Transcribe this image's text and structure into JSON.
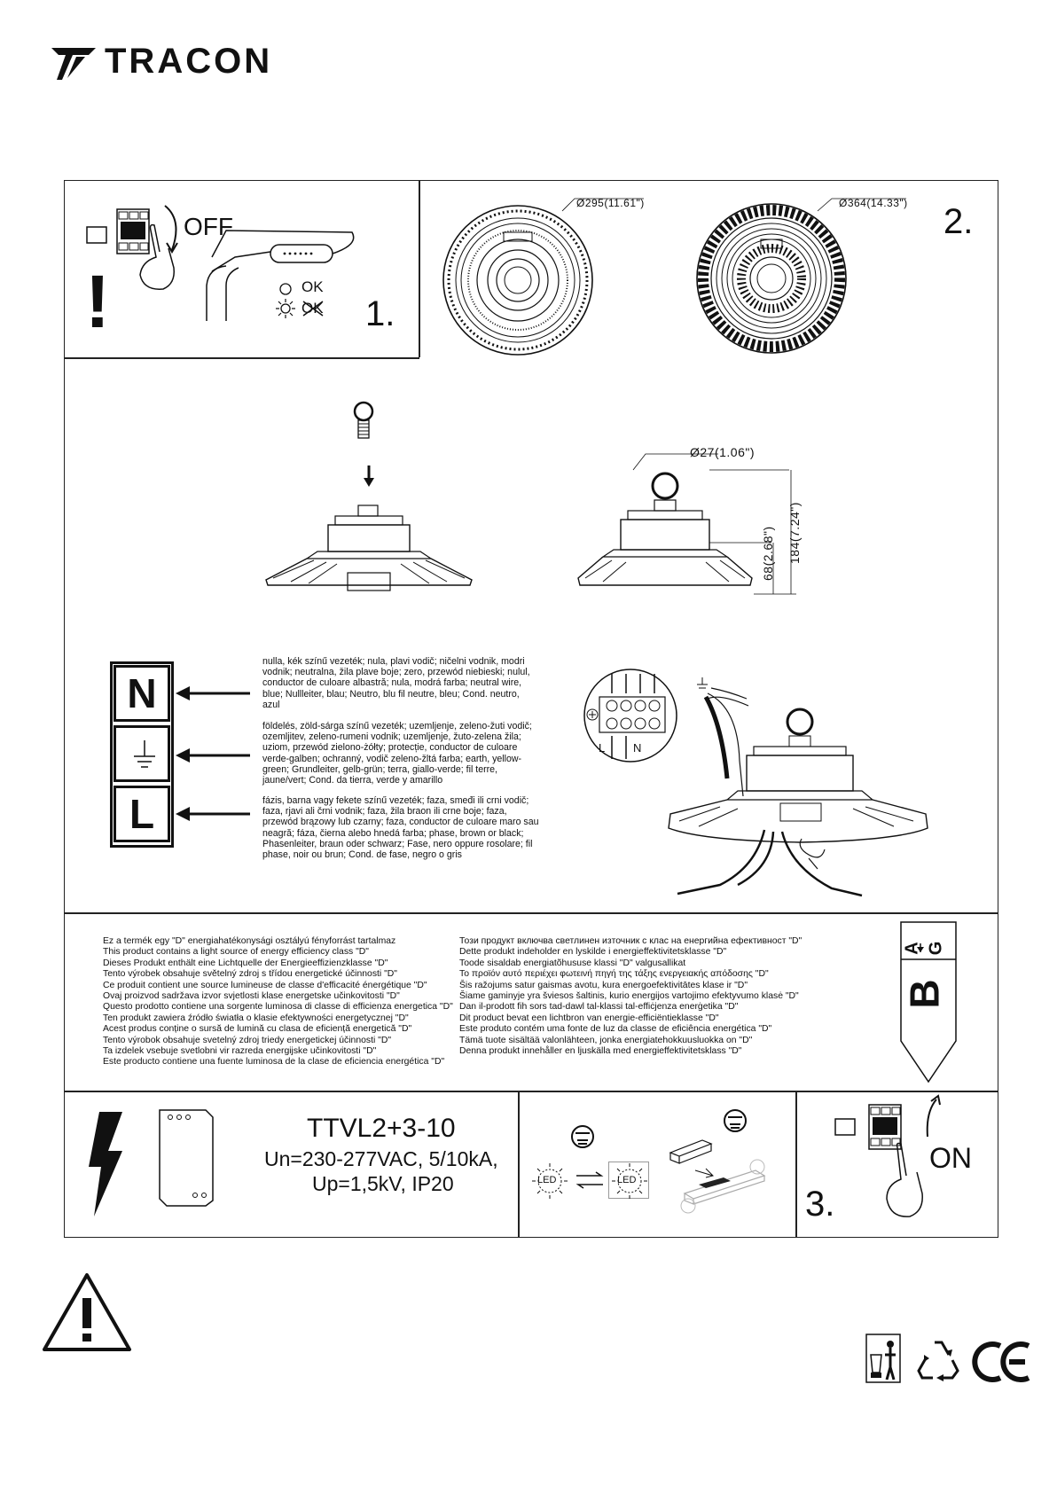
{
  "brand": {
    "name": "TRACON",
    "logo_icon": "tracon-logo-icon"
  },
  "step1": {
    "off_label": "OFF",
    "ok_label": "OK",
    "not_ok_label": "OK",
    "number": "1.",
    "warning": "!"
  },
  "step2": {
    "number": "2.",
    "dim_small": "Ø295(11.61\")",
    "dim_large": "Ø364(14.33\")"
  },
  "mounting": {
    "eye_diameter": "Ø27(1.06\")",
    "height_body": "68(2.68\")",
    "height_total": "184(7.24\")"
  },
  "wiring": {
    "n_symbol": "N",
    "l_symbol": "L",
    "n_text": "nulla, kék színű vezeték; nula, plavi vodič; ničelni vodnik, modri vodnik; neutralna, žila plave boje; zero, przewód niebieski; nulul, conductor de culoare albastră; nula, modrá farba; neutral wire, blue; Nullleiter, blau; Neutro, blu fil neutre, bleu; Cond. neutro, azul",
    "pe_text": "földelés, zöld-sárga színű vezeték; uzemljenje, zeleno-žuti vodič; ozemljitev, zeleno-rumeni vodnik; uzemljenje, žuto-zelena žila; uziom, przewód zielono-żółty; protecție, conductor de culoare verde-galben; ochranný, vodič zeleno-žltá farba; earth, yellow-green; Grundleiter, gelb-grün; terra, giallo-verde; fil terre, jaune/vert; Cond. da tierra, verde y amarillo",
    "l_text": "fázis, barna vagy fekete színű vezeték; faza, smeđi ili crni vodič; faza, rjavi ali črni vodnik; faza, žila braon ili crne boje; faza, przewód brązowy lub czarny; faza, conductor de culoare maro sau neagră; fáza, čierna alebo hnedá farba; phase, brown or black; Phasenleiter, braun oder schwarz; Fase, nero oppure rosolare; fil phase, noir ou brun; Cond. de fase, negro o gris",
    "terminal_l": "L",
    "terminal_n": "N"
  },
  "energy": {
    "left_lines": [
      "Ez a termék egy \"D\" energiahatékonysági osztályú fényforrást tartalmaz",
      "This product contains a light source of energy efficiency class \"D\"",
      "Dieses Produkt enthält eine Lichtquelle der Energieeffizienzklasse \"D\"",
      "Tento výrobek obsahuje světelný zdroj s třídou energetické účinnosti \"D\"",
      "Ce produit contient une source lumineuse de classe d'efficacité énergétique \"D\"",
      "Ovaj proizvod sadržava izvor svjetlosti klase energetske učinkovitosti \"D\"",
      "Questo prodotto contiene una sorgente luminosa di classe di efficienza energetica \"D\"",
      "Ten produkt zawiera źródło światła o klasie efektywności energetycznej \"D\"",
      "Acest produs conține o sursă de lumină cu clasa de eficiență energetică \"D\"",
      "Tento výrobok obsahuje svetelný zdroj triedy energetickej účinnosti \"D\"",
      "Ta izdelek vsebuje svetlobni vir razreda energijske učinkovitosti \"D\"",
      "Este producto contiene una fuente luminosa de la clase de eficiencia energética \"D\""
    ],
    "right_lines": [
      "Този продукт включва светлинен източник с клас на енергийна ефективност \"D\"",
      "Dette produkt indeholder en lyskilde i energieffektivitetsklasse \"D\"",
      "Toode sisaldab energiatõhususe klassi \"D\" valgusallikat",
      "Το προϊόν αυτό περιέχει φωτεινή πηγή της τάξης ενεργειακής απόδοσης \"D\"",
      "Šis ražojums satur gaismas avotu, kura energoefektivitātes klase ir \"D\"",
      "Šiame gaminyje yra šviesos šaltinis, kurio energijos vartojimo efektyvumo klasė \"D\"",
      "Dan il-prodott fih sors tad-dawl tal-klassi tal-effiċjenza enerġetika \"D\"",
      "Dit product bevat een lichtbron van energie-efficiëntieklasse \"D\"",
      "Este produto contém uma fonte de luz da classe de eficiência energética \"D\"",
      "Tämä tuote sisältää valonlähteen, jonka energiatehokkuusluokka on \"D\"",
      "Denna produkt innehåller en ljuskälla med energieffektivitetsklass \"D\""
    ],
    "scale_top": "A",
    "scale_bottom": "G",
    "class_letter": "B"
  },
  "spd": {
    "model": "TTVL2+3-10",
    "line2": "Un=230-277VAC, 5/10kA,",
    "line3": "Up=1,5kV, IP20"
  },
  "led": {
    "led_label": "LED"
  },
  "step3": {
    "on_label": "ON",
    "number": "3."
  },
  "colors": {
    "ink": "#111111",
    "frame": "#222222"
  }
}
